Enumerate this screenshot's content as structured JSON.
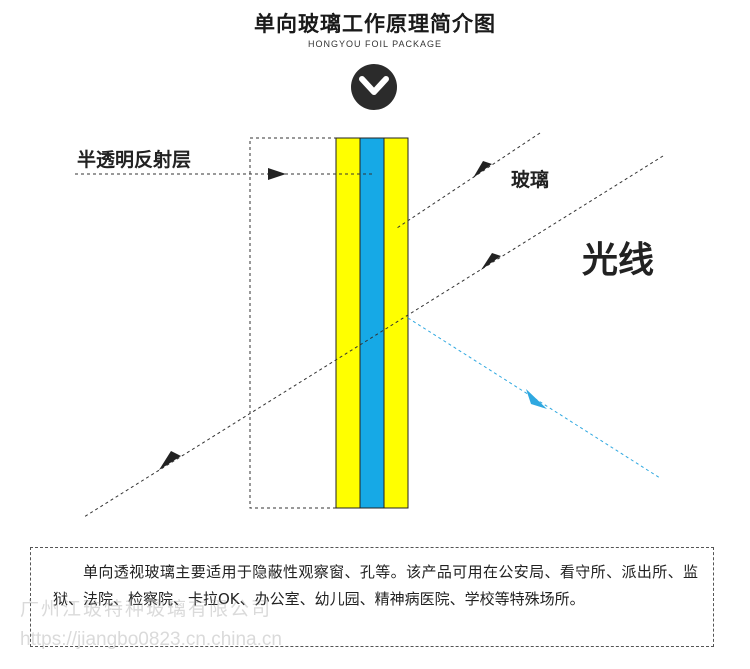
{
  "header": {
    "title": "单向玻璃工作原理简介图",
    "subtitle": "HONGYOU FOIL PACKAGE"
  },
  "diagram": {
    "label_reflective_layer": "半透明反射层",
    "label_glass": "玻璃",
    "label_light": "光线",
    "colors": {
      "glass_yellow": "#ffff00",
      "reflective_blue": "#16a9e6",
      "reflected_ray": "#2fa8e0",
      "dark_circle": "#2b2b2b"
    },
    "icons": [
      "chevron-down-icon",
      "arrow-head-icon"
    ]
  },
  "description": {
    "text": "单向透视玻璃主要适用于隐蔽性观察窗、孔等。该产品可用在公安局、看守所、派出所、监狱、法院、检察院、卡拉OK、办公室、幼儿园、精神病医院、学校等特殊场所。"
  },
  "watermark": {
    "line1": "广州江玻特种玻璃有限公司",
    "line2": "https://jiangbo0823.cn.china.cn"
  }
}
